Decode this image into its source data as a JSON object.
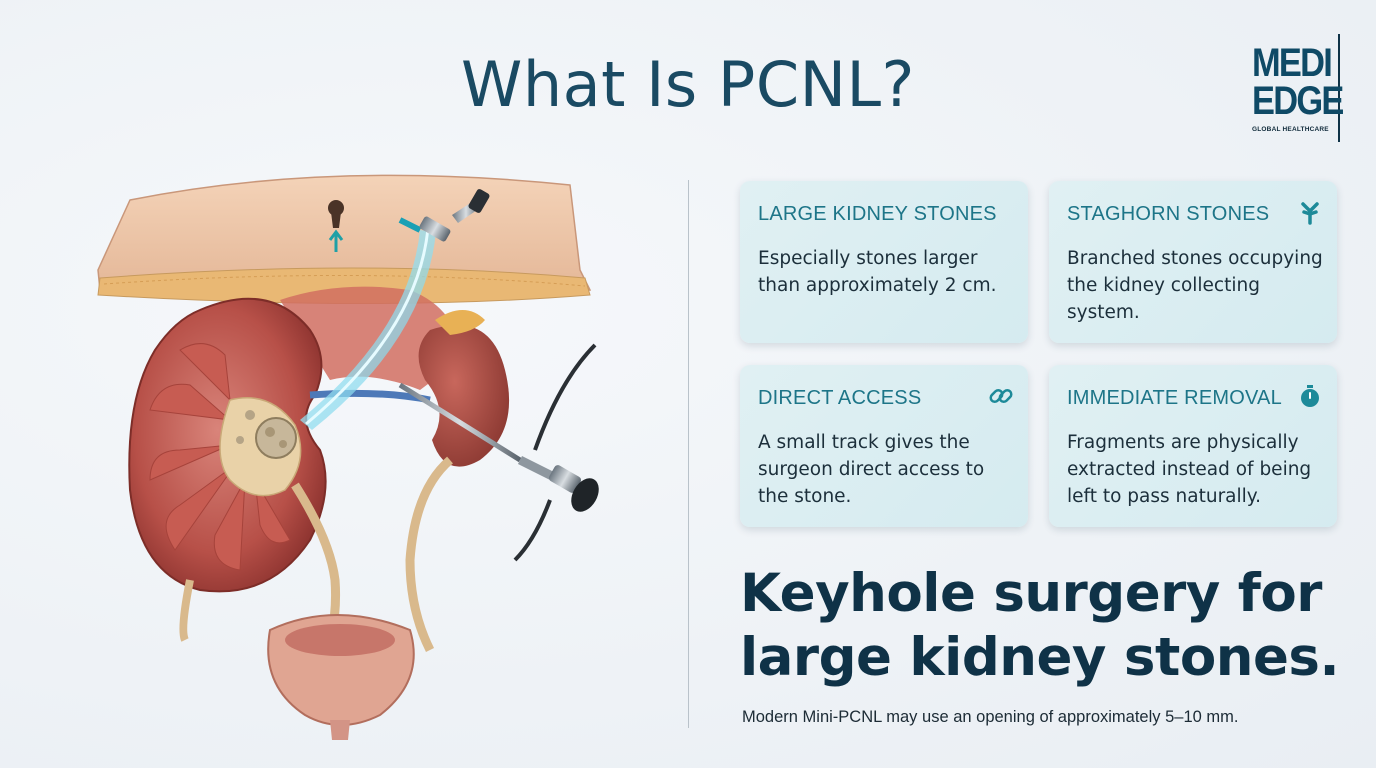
{
  "title": "What Is PCNL?",
  "logo": {
    "line1": "MEDI",
    "line2": "EDGE",
    "tagline": "GLOBAL HEALTHCARE"
  },
  "cards": [
    {
      "heading": "LARGE KIDNEY STONES",
      "text": "Especially stones larger than approximately 2 cm.",
      "icon": ""
    },
    {
      "heading": "STAGHORN STONES",
      "text": "Branched stones occupying the kidney collecting system.",
      "icon": "branched-stone-icon"
    },
    {
      "heading": "DIRECT ACCESS",
      "text": "A small track gives the surgeon direct access to the stone.",
      "icon": "link-icon"
    },
    {
      "heading": "IMMEDIATE REMOVAL",
      "text": "Fragments are physically extracted instead of being left to pass naturally.",
      "icon": "stopwatch-icon"
    }
  ],
  "headline": {
    "line1": "Keyhole surgery for",
    "line2": "large kidney stones."
  },
  "footnote": "Modern Mini-PCNL may use an opening of approximately 5–10 mm.",
  "colors": {
    "accent": "#1d7588",
    "heading": "#1a4a63",
    "headline": "#0f3247",
    "card": "#d9edf1"
  }
}
